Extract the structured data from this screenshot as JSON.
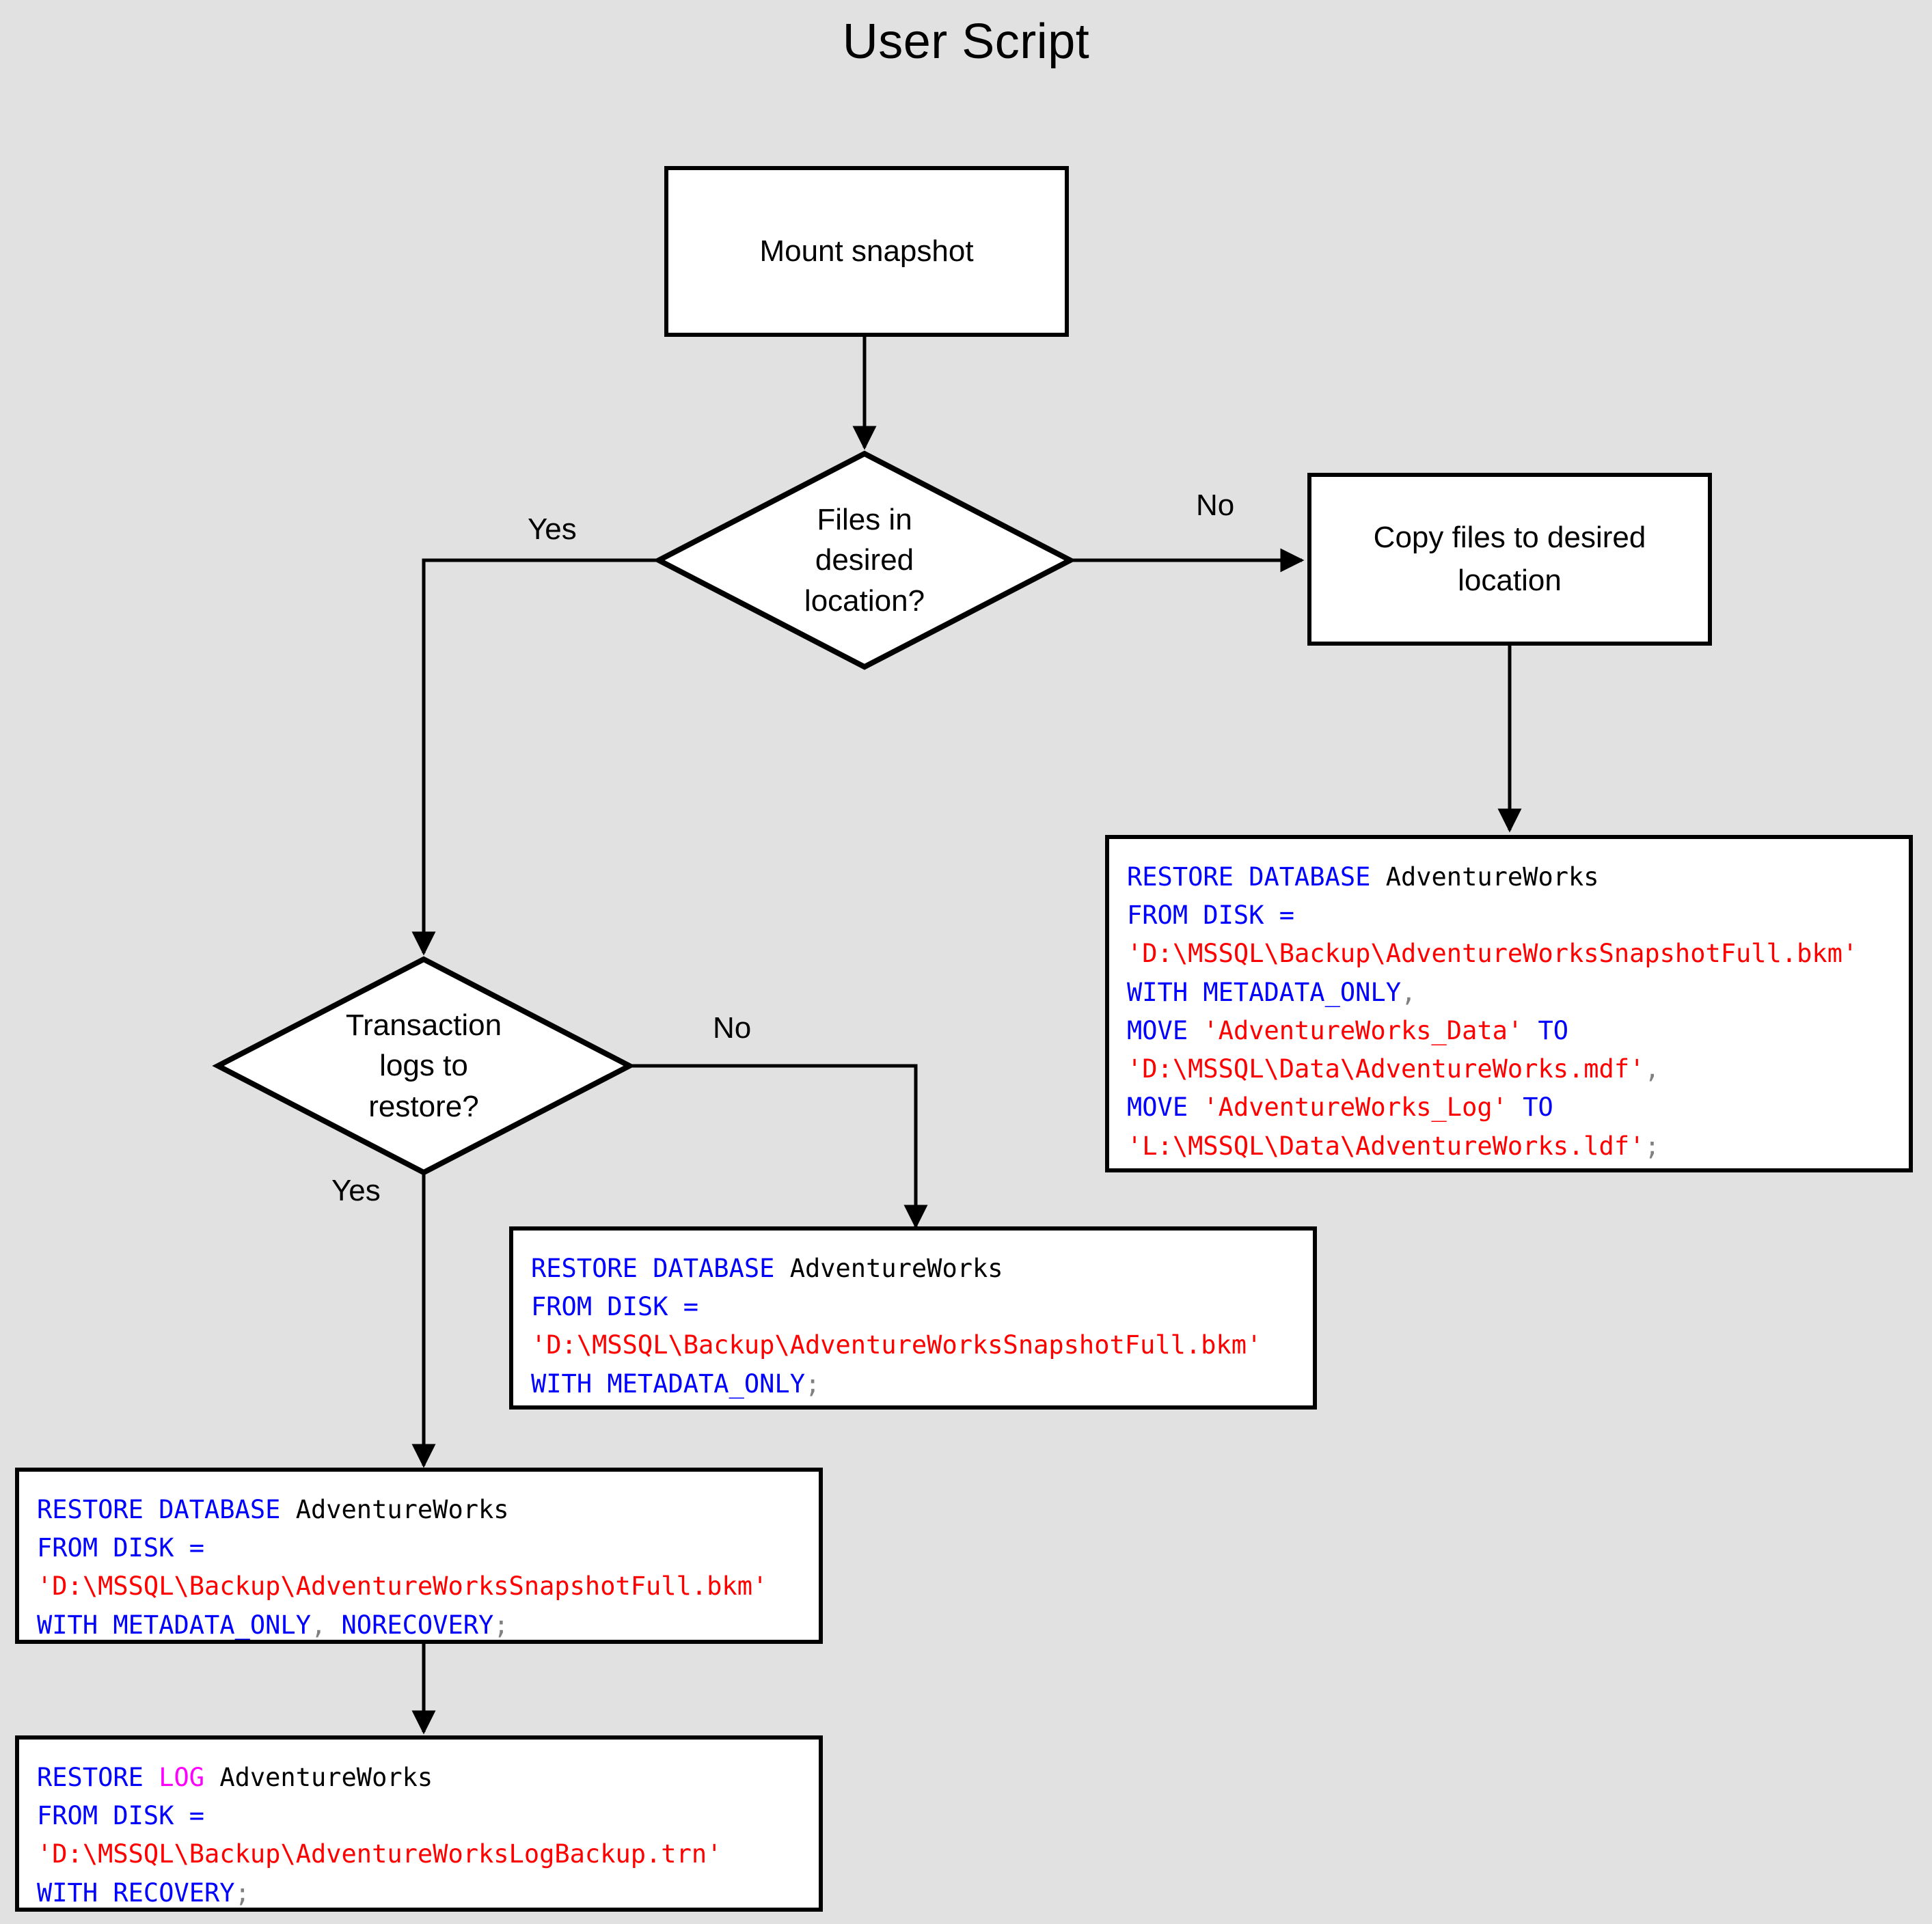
{
  "page": {
    "title": "User Script",
    "background_color": "#e1e1e1"
  },
  "palette": {
    "keyword": "#0000ff",
    "string": "#ff0000",
    "identifier": "#000000",
    "punctuation": "#808080",
    "log_keyword": "#ff00ff",
    "node_fill": "#ffffff",
    "node_stroke": "#000000"
  },
  "nodes": {
    "mount_snapshot": {
      "label": "Mount snapshot",
      "type": "process"
    },
    "files_in_location": {
      "label_line1": "Files in",
      "label_line2": "desired",
      "label_line3": "location?",
      "type": "decision"
    },
    "copy_files": {
      "label_line1": "Copy files to desired",
      "label_line2": "location",
      "type": "process"
    },
    "transaction_logs": {
      "label_line1": "Transaction",
      "label_line2": "logs to",
      "label_line3": "restore?",
      "type": "decision"
    }
  },
  "edge_labels": {
    "files_yes": "Yes",
    "files_no": "No",
    "logs_no": "No",
    "logs_yes": "Yes"
  },
  "code_blocks": {
    "restore_with_move": {
      "lines": [
        [
          {
            "t": "RESTORE DATABASE ",
            "c": "kw"
          },
          {
            "t": "AdventureWorks",
            "c": "id"
          }
        ],
        [
          {
            "t": "FROM DISK ",
            "c": "kw"
          },
          {
            "t": "=",
            "c": "kw"
          }
        ],
        [
          {
            "t": "'D:\\MSSQL\\Backup\\AdventureWorksSnapshotFull.bkm'",
            "c": "str"
          }
        ],
        [
          {
            "t": "WITH METADATA_ONLY",
            "c": "kw"
          },
          {
            "t": ",",
            "c": "pun"
          }
        ],
        [
          {
            "t": "MOVE ",
            "c": "kw"
          },
          {
            "t": "'AdventureWorks_Data'",
            "c": "str"
          },
          {
            "t": " TO",
            "c": "kw"
          }
        ],
        [
          {
            "t": "'D:\\MSSQL\\Data\\AdventureWorks.mdf'",
            "c": "str"
          },
          {
            "t": ",",
            "c": "pun"
          }
        ],
        [
          {
            "t": "MOVE ",
            "c": "kw"
          },
          {
            "t": "'AdventureWorks_Log'",
            "c": "str"
          },
          {
            "t": " TO",
            "c": "kw"
          }
        ],
        [
          {
            "t": "'L:\\MSSQL\\Data\\AdventureWorks.ldf'",
            "c": "str"
          },
          {
            "t": ";",
            "c": "pun"
          }
        ]
      ]
    },
    "restore_metadata_only": {
      "lines": [
        [
          {
            "t": "RESTORE DATABASE ",
            "c": "kw"
          },
          {
            "t": "AdventureWorks",
            "c": "id"
          }
        ],
        [
          {
            "t": "FROM DISK ",
            "c": "kw"
          },
          {
            "t": "=",
            "c": "kw"
          }
        ],
        [
          {
            "t": "'D:\\MSSQL\\Backup\\AdventureWorksSnapshotFull.bkm'",
            "c": "str"
          }
        ],
        [
          {
            "t": "WITH METADATA_ONLY",
            "c": "kw"
          },
          {
            "t": ";",
            "c": "pun"
          }
        ]
      ]
    },
    "restore_norecovery": {
      "lines": [
        [
          {
            "t": "RESTORE DATABASE ",
            "c": "kw"
          },
          {
            "t": "AdventureWorks",
            "c": "id"
          }
        ],
        [
          {
            "t": "FROM DISK ",
            "c": "kw"
          },
          {
            "t": "=",
            "c": "kw"
          }
        ],
        [
          {
            "t": "'D:\\MSSQL\\Backup\\AdventureWorksSnapshotFull.bkm'",
            "c": "str"
          }
        ],
        [
          {
            "t": "WITH METADATA_ONLY",
            "c": "kw"
          },
          {
            "t": ", ",
            "c": "pun"
          },
          {
            "t": "NORECOVERY",
            "c": "kw"
          },
          {
            "t": ";",
            "c": "pun"
          }
        ]
      ]
    },
    "restore_log": {
      "lines": [
        [
          {
            "t": "RESTORE ",
            "c": "kw"
          },
          {
            "t": "LOG",
            "c": "log"
          },
          {
            "t": " ",
            "c": "kw"
          },
          {
            "t": "AdventureWorks",
            "c": "id"
          }
        ],
        [
          {
            "t": "FROM DISK ",
            "c": "kw"
          },
          {
            "t": "=",
            "c": "kw"
          }
        ],
        [
          {
            "t": "'D:\\MSSQL\\Backup\\AdventureWorksLogBackup.trn'",
            "c": "str"
          }
        ],
        [
          {
            "t": "WITH RECOVERY",
            "c": "kw"
          },
          {
            "t": ";",
            "c": "pun"
          }
        ]
      ]
    }
  },
  "flow": {
    "description": "Mount snapshot -> Files in desired location? (No -> Copy files to desired location -> RESTORE with MOVE; Yes -> Transaction logs to restore?) -> (No -> RESTORE METADATA_ONLY; Yes -> RESTORE NORECOVERY -> RESTORE LOG RECOVERY)"
  }
}
